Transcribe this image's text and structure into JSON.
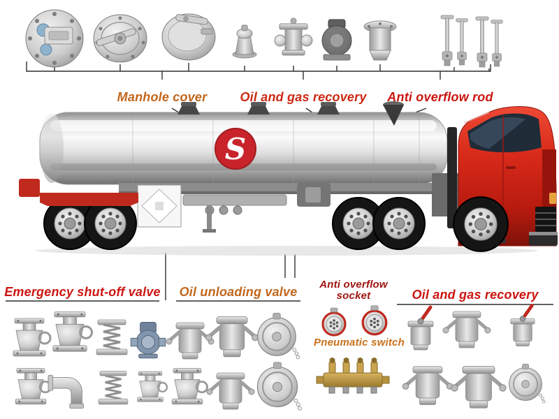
{
  "diagram": {
    "top_labels": [
      {
        "text": "Manhole cover",
        "color": "#c2661b"
      },
      {
        "text": "Oil and gas recovery",
        "color": "#cc2812"
      },
      {
        "text": "Anti overflow rod",
        "color": "#cc1510"
      }
    ],
    "bottom_labels": [
      {
        "text": "Emergency shut-off valve",
        "color": "#cc1510"
      },
      {
        "text": "Oil unloading valve",
        "color": "#c2661b"
      },
      {
        "line1": "Anti overflow",
        "line2": "socket",
        "color": "#9e1410"
      },
      {
        "text": "Pneumatic switch",
        "color": "#c9711b"
      },
      {
        "text": "Oil and gas recovery",
        "color": "#cc1510"
      }
    ],
    "logo": {
      "letter": "S",
      "color": "#c9242b"
    },
    "truck": {
      "cab_color": "#d42a1c",
      "tank_color": "#d9d9d9"
    },
    "parts": {
      "top": [
        "manhole-cover-plate",
        "manhole-cover-lever",
        "manhole-cover-dome",
        "breather-valve",
        "recovery-valve",
        "recovery-valve-dark",
        "recovery-adapter",
        "anti-overflow-rods"
      ],
      "bottom_groups": [
        "emergency-shut-off-valves",
        "oil-unloading-valves",
        "anti-overflow-sockets",
        "pneumatic-switch",
        "oil-and-gas-recovery-parts"
      ]
    }
  }
}
